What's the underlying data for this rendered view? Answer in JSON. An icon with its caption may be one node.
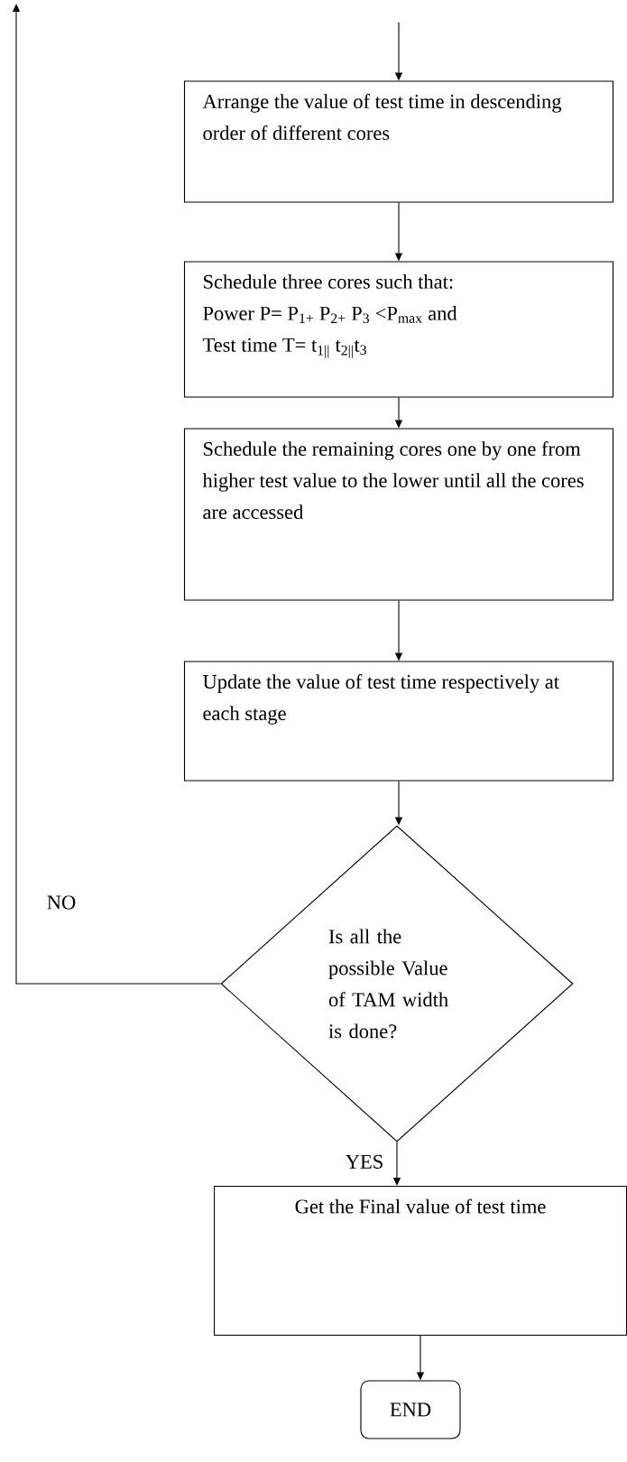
{
  "diagram": {
    "nodes": [
      {
        "text": [
          "Arrange the value of test time in descending order of different cores"
        ]
      },
      {
        "text": [
          "Schedule three cores such that:",
          "Power   P= P$_{1+}$ P$_{2+}$ P$_{3}$ <P$_{max}$   and",
          "Test time T= t$_{1||}$ t$_{2||}$t$_{3}$"
        ]
      },
      {
        "text": [
          "Schedule the remaining cores one by one from higher test value to the lower until all the cores are accessed"
        ]
      },
      {
        "text": [
          "Update the value of test time respectively at each stage"
        ]
      },
      {
        "text": [
          "Is all the possible Value of TAM width is done?"
        ]
      },
      {
        "text": [
          "Get the Final value of test time"
        ]
      },
      {
        "text": [
          "END"
        ]
      }
    ],
    "edges": [
      {
        "from": null,
        "to": 0,
        "arrow": "to"
      },
      {
        "from": 0,
        "to": 1,
        "arrow": "to"
      },
      {
        "from": 1,
        "to": 2,
        "arrow": "to"
      },
      {
        "from": 2,
        "to": 3,
        "arrow": "to"
      },
      {
        "from": 3,
        "to": 4,
        "arrow": "to"
      },
      {
        "from": 4,
        "to": null,
        "arrow": "to",
        "label": "NO"
      },
      {
        "from": 4,
        "to": 5,
        "arrow": "to",
        "label": "YES"
      },
      {
        "from": 5,
        "to": 6,
        "arrow": "to"
      }
    ]
  }
}
